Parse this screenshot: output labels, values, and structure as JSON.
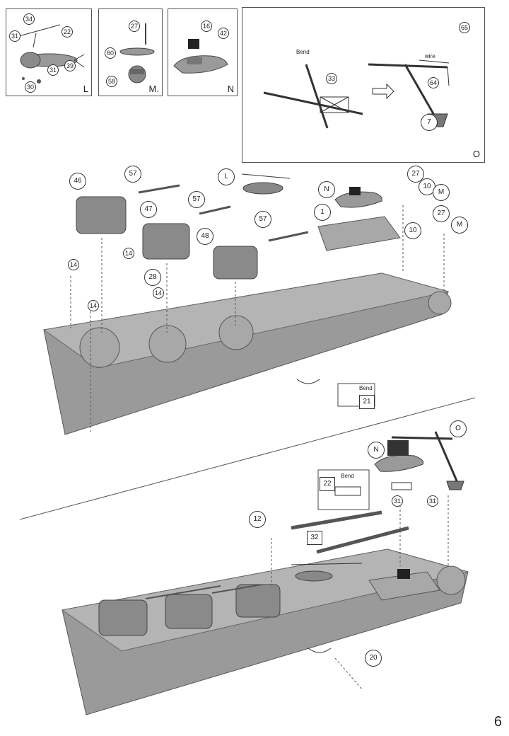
{
  "panels": {
    "L": {
      "letter": "L",
      "parts": [
        "34",
        "31",
        "22",
        "39",
        "31",
        "30"
      ]
    },
    "M": {
      "letter": "M.",
      "parts": [
        "27",
        "60",
        "58"
      ]
    },
    "N": {
      "letter": "N",
      "parts": [
        "16",
        "42"
      ]
    },
    "O": {
      "letter": "O",
      "parts": [
        "33",
        "65",
        "64",
        "7"
      ],
      "bend_label": "Bend",
      "wire_label": "wire"
    }
  },
  "upper_assembly": {
    "parts": [
      "46",
      "57",
      "47",
      "57",
      "48",
      "57",
      "14",
      "14",
      "14",
      "14",
      "28",
      "1",
      "27",
      "10",
      "27",
      "10",
      "21"
    ],
    "sub_refs": [
      "L",
      "N",
      "M",
      "M"
    ],
    "bend_label": "Bend"
  },
  "lower_assembly": {
    "parts": [
      "22",
      "12",
      "32",
      "31",
      "31",
      "20"
    ],
    "sub_refs": [
      "N",
      "O"
    ],
    "bend_label": "Bend"
  },
  "page_number": "6",
  "colors": {
    "hull": "#9a9a9a",
    "deck": "#b4b4b4",
    "line": "#333333"
  }
}
